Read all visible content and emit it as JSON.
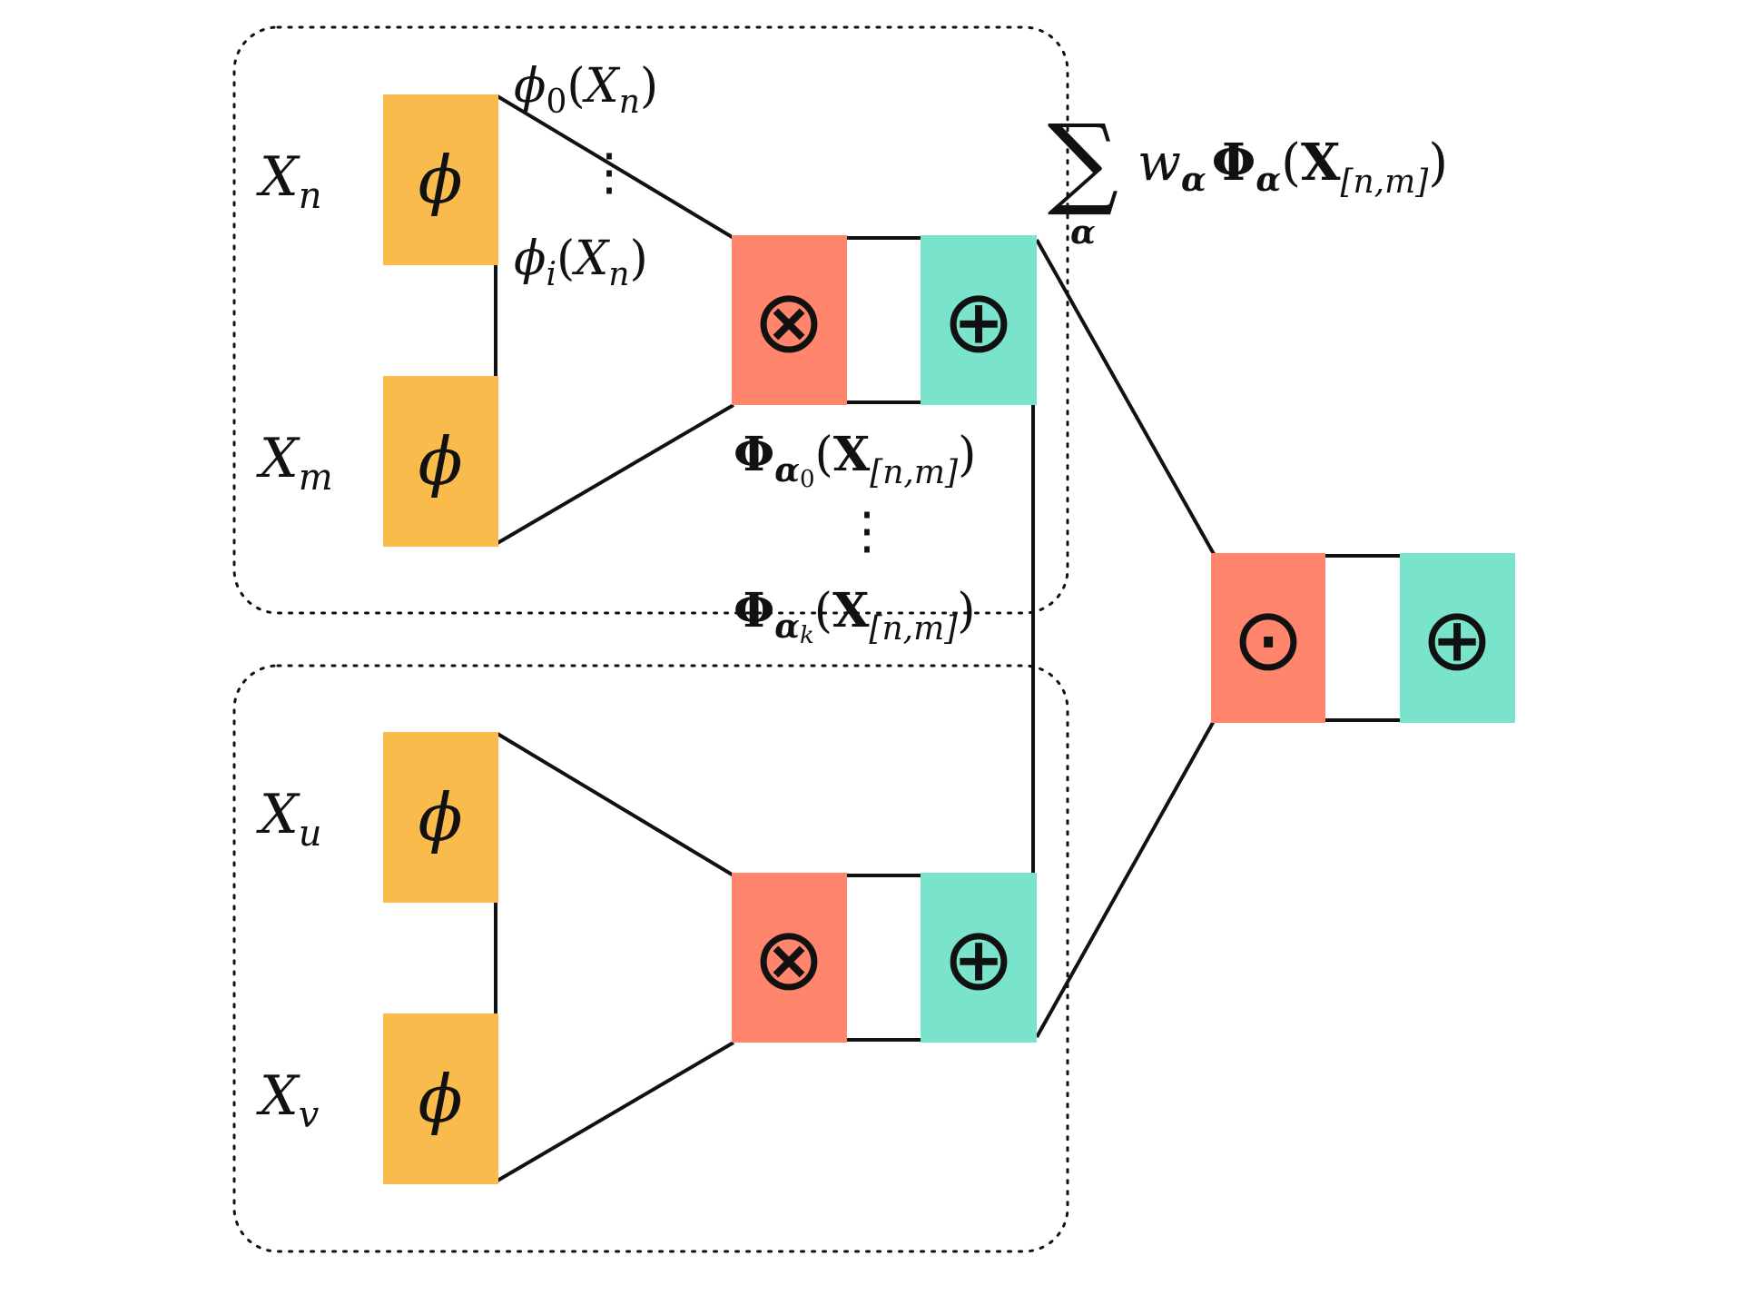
{
  "colors": {
    "phi_block": "#F9BC4C",
    "product_block": "#FF866C",
    "sum_block": "#79E3CC",
    "line": "#111111",
    "group_border": "#111111",
    "background": "#FFFFFF"
  },
  "inputs": {
    "xn": {
      "base": "X",
      "sub": "n"
    },
    "xm": {
      "base": "X",
      "sub": "m"
    },
    "xu": {
      "base": "X",
      "sub": "u"
    },
    "xv": {
      "base": "X",
      "sub": "v"
    }
  },
  "blocks": {
    "phi_symbol": "ϕ",
    "tensor_product_symbol": "⊗",
    "direct_sum_symbol": "⊕",
    "dot_product_symbol": "⊙"
  },
  "labels": {
    "phi0": {
      "fn": "ϕ",
      "sub": "0",
      "arg_open": "(",
      "arg_base": "X",
      "arg_sub": "n",
      "arg_close": ")"
    },
    "phii": {
      "fn": "ϕ",
      "sub": "i",
      "arg_open": "(",
      "arg_base": "X",
      "arg_sub": "n",
      "arg_close": ")"
    },
    "vdots": "⋮",
    "Phi_alpha0": {
      "fn": "Φ",
      "sub": "α",
      "subsub": "0",
      "arg_open": "(",
      "arg_base": "X",
      "arg_sub": "[n,m]",
      "arg_close": ")"
    },
    "Phi_alphak": {
      "fn": "Φ",
      "sub": "α",
      "subsub": "k",
      "arg_open": "(",
      "arg_base": "X",
      "arg_sub": "[n,m]",
      "arg_close": ")"
    },
    "weighted_sum": {
      "sigma": "∑",
      "sigma_sub": "α",
      "weight": "w",
      "weight_sub": "α",
      "fn": "Φ",
      "fn_sub": "α",
      "arg_open": "(",
      "arg_base": "X",
      "arg_sub": "[n,m]",
      "arg_close": ")"
    }
  }
}
